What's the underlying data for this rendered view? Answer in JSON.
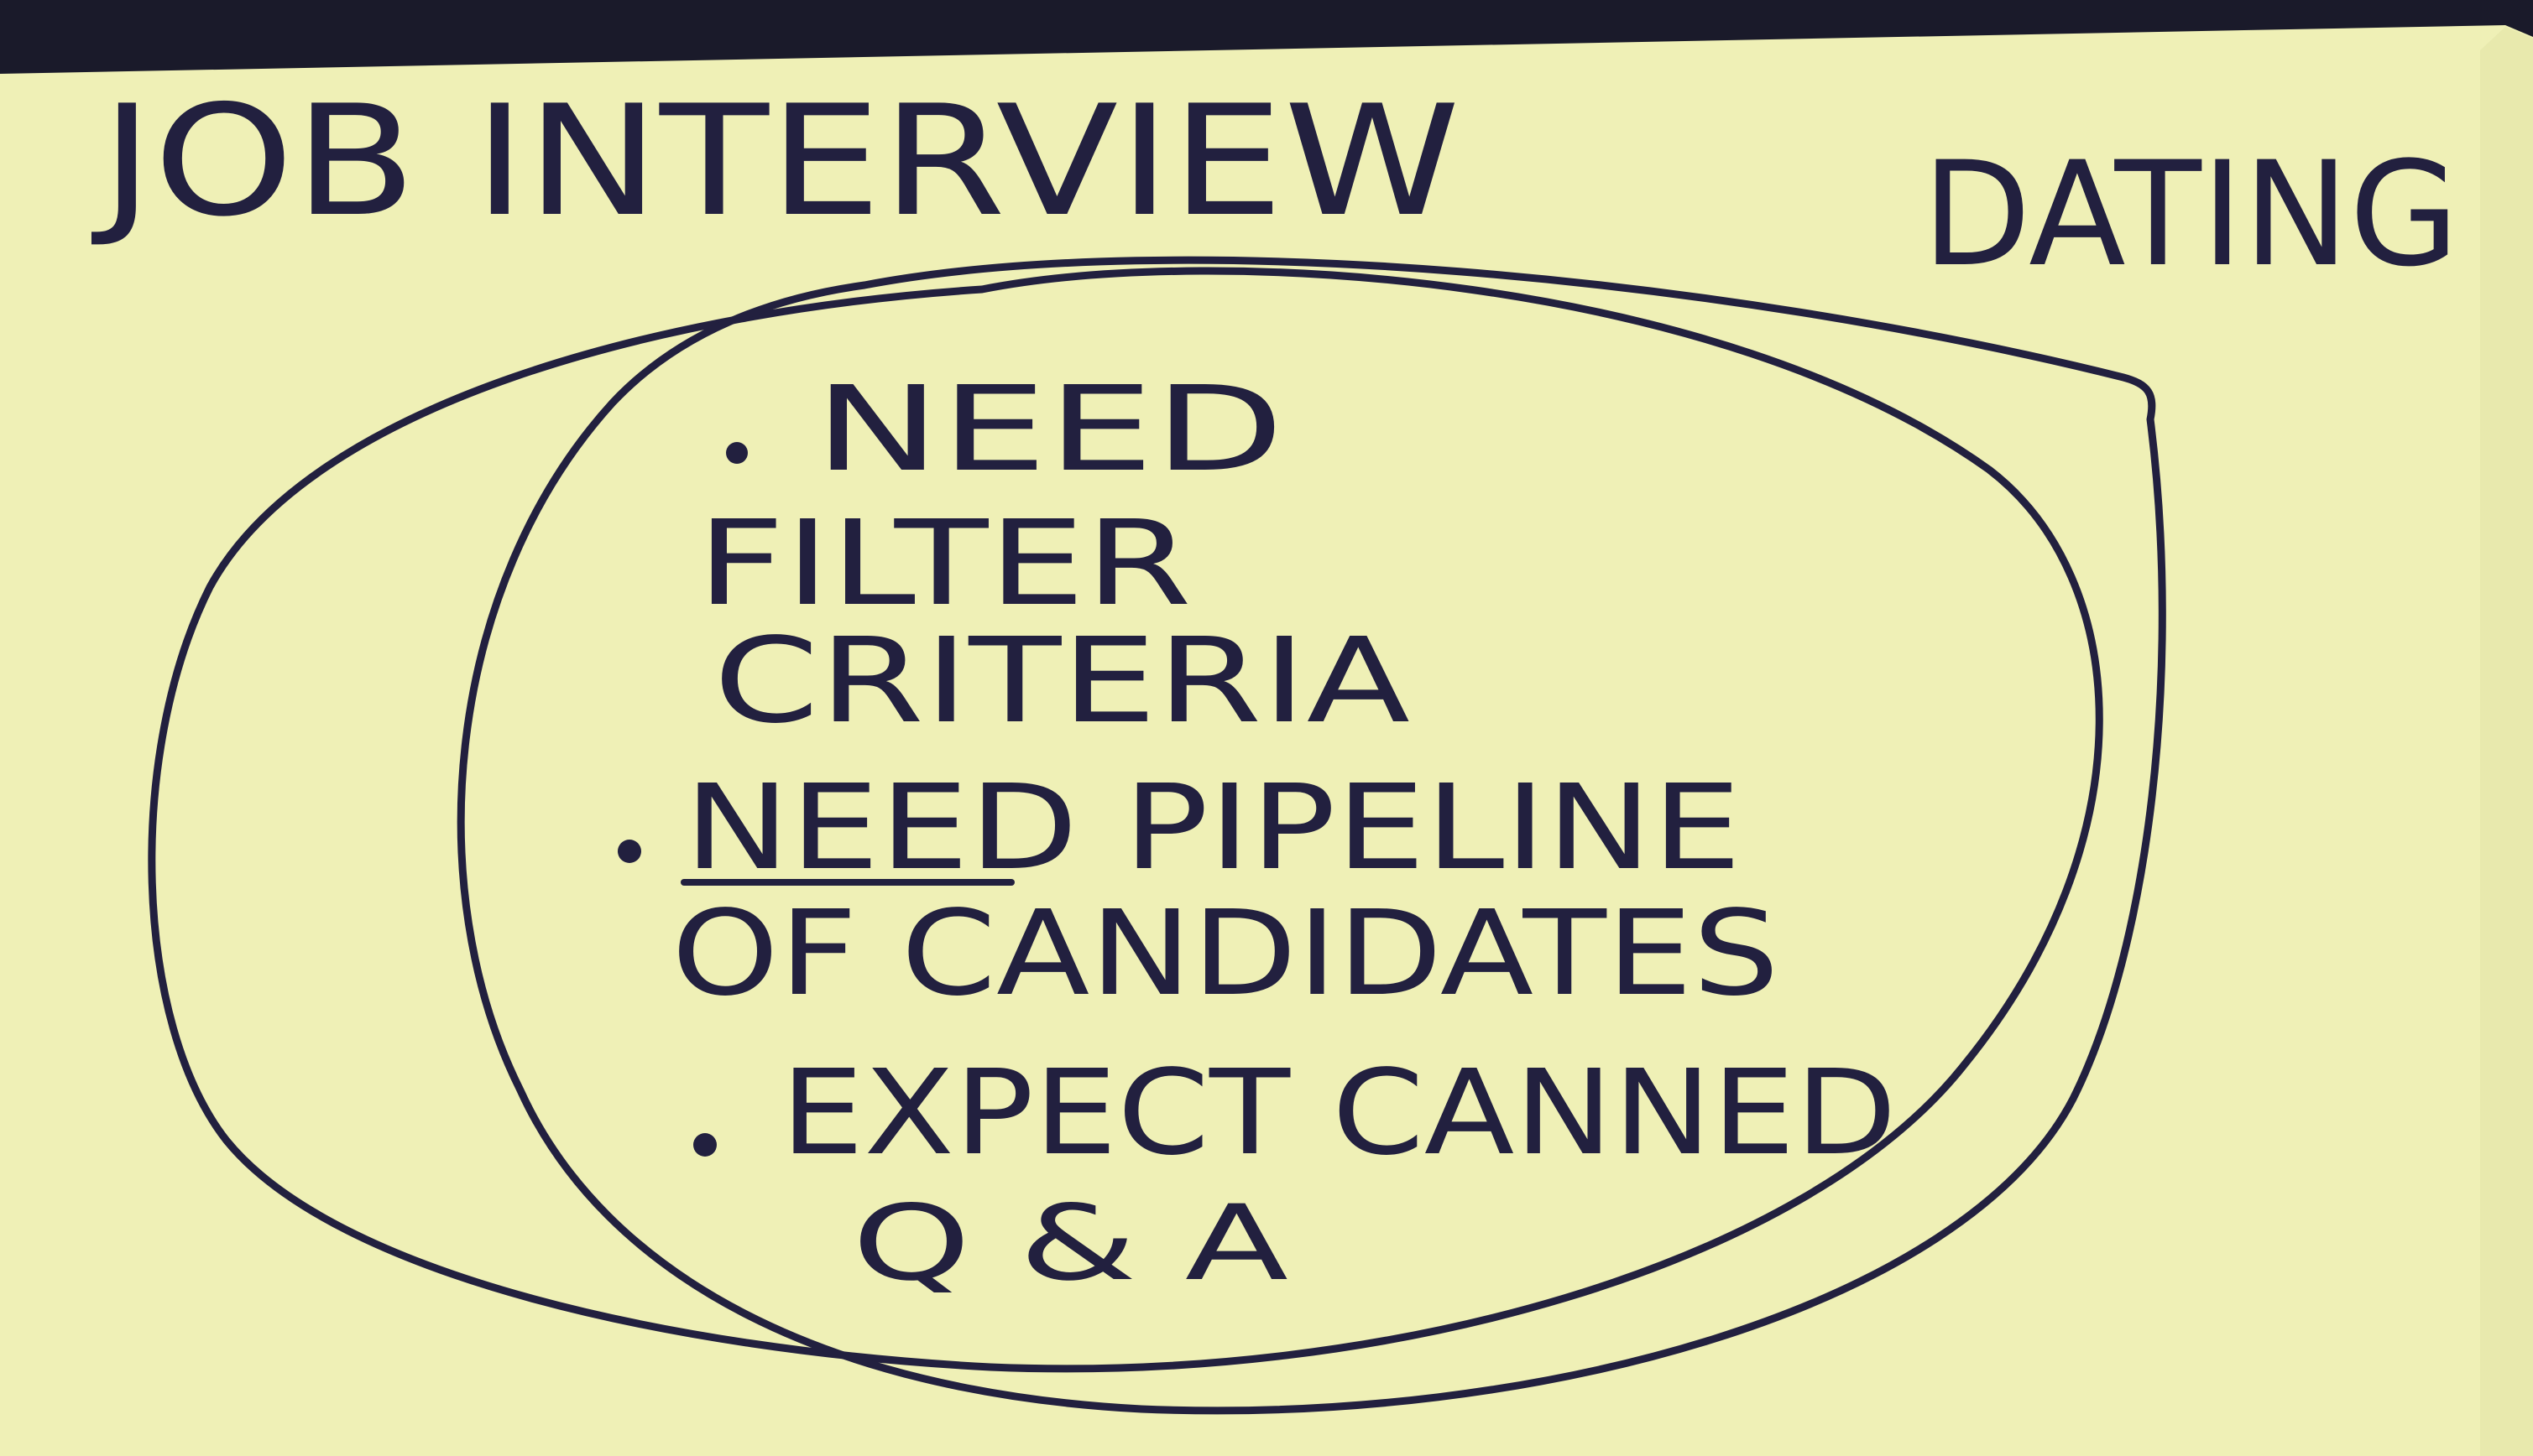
{
  "colors": {
    "paper": "#eff0b6",
    "paper_edge": "#d9dba0",
    "ink": "#22203f",
    "backdrop": "#1a1a2a"
  },
  "labels": {
    "left_set": "JOB INTERVIEW",
    "right_set": "DATING"
  },
  "overlap_items": [
    {
      "lines": [
        "NEED",
        "FILTER",
        "CRITERIA"
      ]
    },
    {
      "lines": [
        "NEED PIPELINE",
        "OF CANDIDATES"
      ]
    },
    {
      "lines": [
        "EXPECT CANNED",
        "Q & A"
      ]
    }
  ]
}
